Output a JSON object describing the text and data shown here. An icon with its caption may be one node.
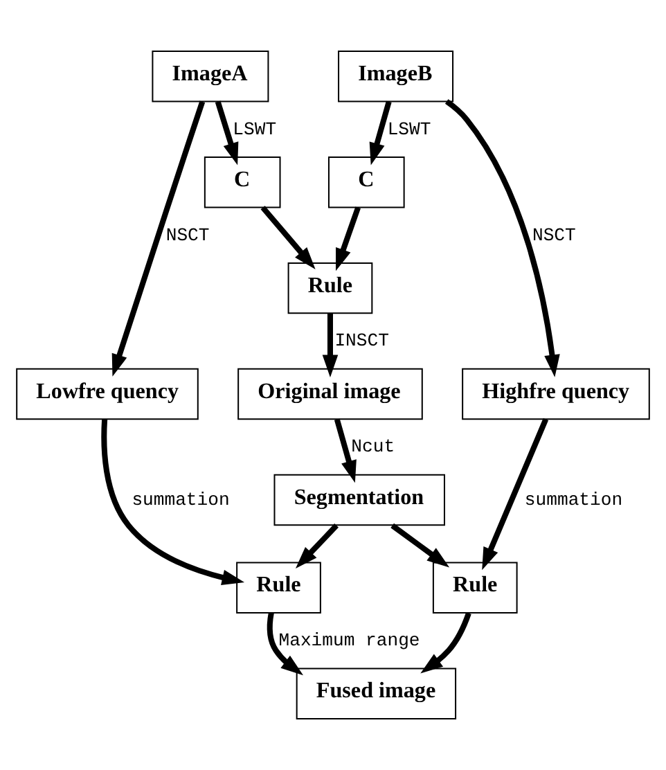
{
  "diagram": {
    "nodes": [
      {
        "text": [
          "ImageA"
        ]
      },
      {
        "text": [
          "ImageB"
        ]
      },
      {
        "text": [
          "C"
        ]
      },
      {
        "text": [
          "C"
        ]
      },
      {
        "text": [
          "Rule"
        ]
      },
      {
        "text": [
          "Lowfre quency"
        ]
      },
      {
        "text": [
          "Original image"
        ]
      },
      {
        "text": [
          "Highfre quency"
        ]
      },
      {
        "text": [
          "Segmentation"
        ]
      },
      {
        "text": [
          "Rule"
        ]
      },
      {
        "text": [
          "Rule"
        ]
      },
      {
        "text": [
          "Fused image"
        ]
      }
    ],
    "edges": [
      {
        "from": 0,
        "to": 2,
        "arrow": "to",
        "label": "LSWT"
      },
      {
        "from": 1,
        "to": 3,
        "arrow": "to",
        "label": "LSWT"
      },
      {
        "from": 0,
        "to": 5,
        "arrow": "to",
        "label": "NSCT"
      },
      {
        "from": 1,
        "to": 7,
        "arrow": "to",
        "label": "NSCT"
      },
      {
        "from": 2,
        "to": 4,
        "arrow": "to"
      },
      {
        "from": 3,
        "to": 4,
        "arrow": "to"
      },
      {
        "from": 4,
        "to": 6,
        "arrow": "to",
        "label": "INSCT"
      },
      {
        "from": 6,
        "to": 8,
        "arrow": "to",
        "label": "Ncut"
      },
      {
        "from": 5,
        "to": 9,
        "arrow": "to",
        "label": "summation"
      },
      {
        "from": 7,
        "to": 10,
        "arrow": "to",
        "label": "summation"
      },
      {
        "from": 8,
        "to": 9,
        "arrow": "to"
      },
      {
        "from": 8,
        "to": 10,
        "arrow": "to"
      },
      {
        "from": 9,
        "to": 11,
        "arrow": "to",
        "label": "Maximum range"
      },
      {
        "from": 10,
        "to": 11,
        "arrow": "to"
      }
    ]
  }
}
